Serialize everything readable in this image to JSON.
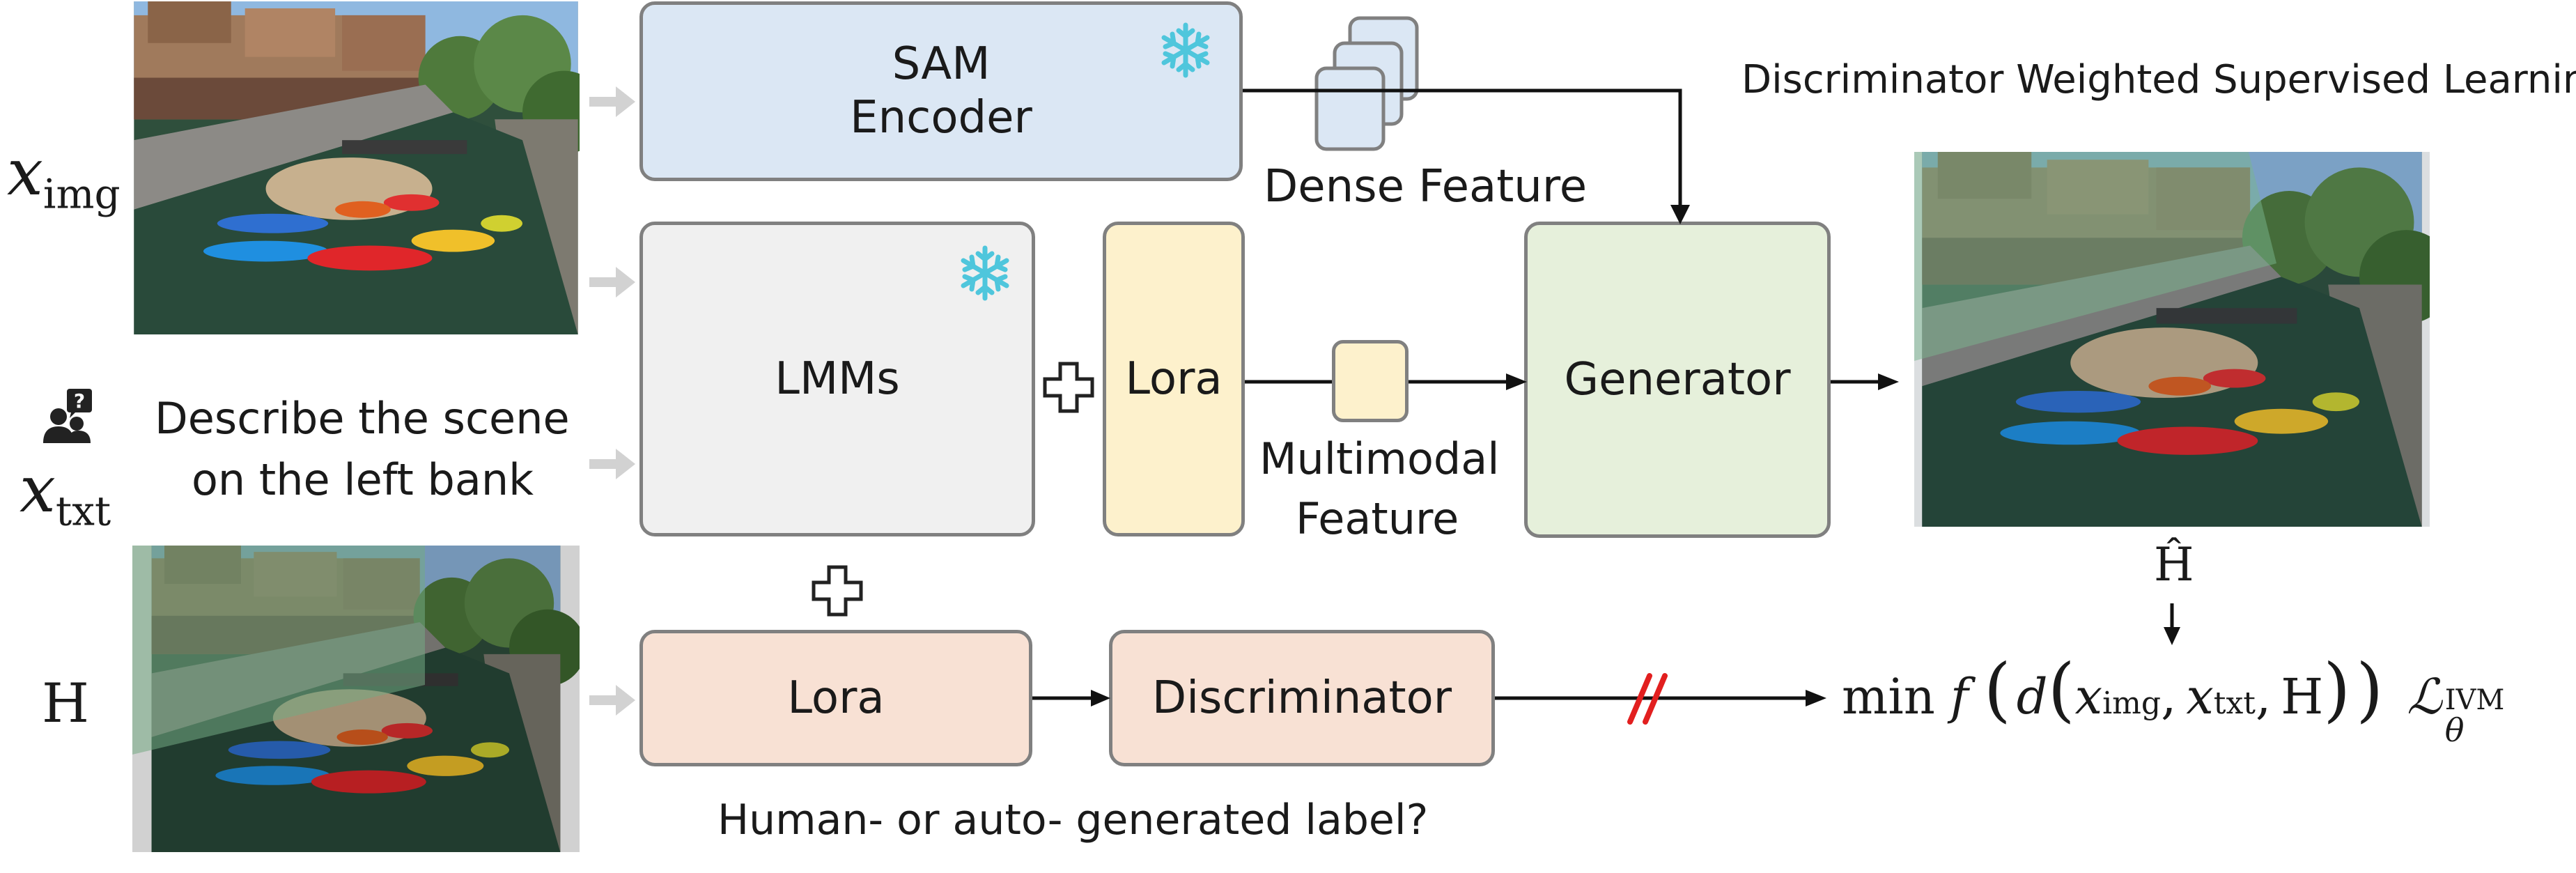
{
  "inputs": {
    "x_img_symbol": "x",
    "x_img_sub": "img",
    "x_txt_symbol": "x",
    "x_txt_sub": "txt",
    "h_symbol": "H",
    "prompt_line1": "Describe the scene",
    "prompt_line2": "on the left bank"
  },
  "blocks": {
    "sam_line1": "SAM",
    "sam_line2": "Encoder",
    "lmms": "LMMs",
    "lora_top": "Lora",
    "generator": "Generator",
    "lora_bottom": "Lora",
    "discriminator": "Discriminator"
  },
  "captions": {
    "dense_feature": "Dense Feature",
    "multimodal_line1": "Multimodal",
    "multimodal_line2": "Feature",
    "title": "Discriminator Weighted Supervised Learning",
    "question": "Human- or auto- generated label?",
    "h_hat": "Ĥ"
  },
  "loss": {
    "min": "min",
    "f": "f",
    "d": "d",
    "x": "x",
    "img": "img",
    "txt": "txt",
    "H": "H",
    "L": "ℒ",
    "theta": "θ",
    "ivm": "IVM"
  },
  "icons": [
    "snowflake-icon",
    "user-question-icon",
    "plus-icon"
  ],
  "colors": {
    "sam": "#dbe7f4",
    "lmms": "#f0f0f0",
    "lora_top": "#fdf1cc",
    "generator": "#e6f0db",
    "lower": "#f8e1d4",
    "snowflake": "#4fc6dc",
    "cut": "#e21f1f"
  }
}
